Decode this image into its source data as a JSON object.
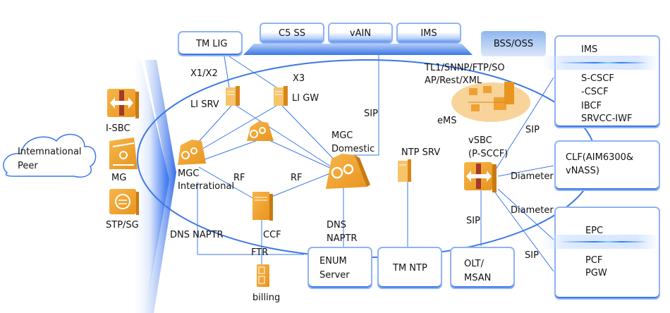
{
  "colors": {
    "line": "#3b78e7",
    "box_border": "#8fb3f5",
    "device_orange": "#f0a030",
    "device_dark": "#d9861c"
  },
  "top_tabs": [
    "C5 SS",
    "vAIN",
    "IMS"
  ],
  "boxes": {
    "tm_lig": "TM LIG",
    "bss_oss": "BSS/OSS",
    "ims_group": {
      "title": "IMS",
      "items": [
        "S-CSCF",
        "-CSCF",
        "IBCF",
        "SRVCC-IWF"
      ]
    },
    "clf": [
      "CLF(AIM6300&",
      "vNASS)"
    ],
    "epc_group": {
      "title": "EPC",
      "items": [
        "PCF",
        "PGW"
      ]
    },
    "enum_server": [
      "ENUM",
      "Server"
    ],
    "tm_ntp": "TM NTP",
    "olt_msan": [
      "OLT/",
      "MSAN"
    ]
  },
  "cloud": [
    "Intemnational",
    "Peer"
  ],
  "devices": {
    "i_sbc": {
      "label": "I-SBC",
      "icon": "firewall-icon"
    },
    "mg": {
      "label": "MG",
      "icon": "media-gateway-icon"
    },
    "stp_sg": {
      "label": "STP/SG",
      "icon": "signaling-gateway-icon"
    },
    "li_srv": {
      "label": "LI SRV",
      "icon": "server-icon"
    },
    "li_gw": {
      "label": "LI GW",
      "icon": "server-icon"
    },
    "mgc_international": {
      "label": [
        "MGC",
        "Interrational"
      ],
      "icon": "gears-icon"
    },
    "mgc_center": {
      "icon": "gears-icon"
    },
    "mgc_domestic": {
      "label": [
        "MGC",
        "Domestic"
      ],
      "icon": "gears-icon"
    },
    "ccf": {
      "label": "CCF",
      "icon": "server-icon"
    },
    "billing": {
      "label": "billing",
      "icon": "billing-icon"
    },
    "ntp_srv": {
      "label": "NTP SRV",
      "icon": "server-icon"
    },
    "ems": {
      "label": "eMS",
      "icon": "network-computers-icon"
    },
    "vsbc": {
      "label": [
        "vSBC",
        "(P-SCCF)"
      ],
      "icon": "firewall-icon"
    }
  },
  "link_labels": {
    "x1x2": "X1/X2",
    "x3": "X3",
    "sip_top": "SIP",
    "mgmt": [
      "TL1/SNNP/FTP/SO",
      "AP/Rest/XML"
    ],
    "sip_ims": "SIP",
    "diameter_clf": "Diameter",
    "diameter_epc": "Diameter",
    "sip_epc": "SIP",
    "sip_olt": "SIP",
    "rf_left": "RF",
    "rf_right": "RF",
    "dns_naptr_left": "DNS NAPTR",
    "dns_naptr_mid": [
      "DNS",
      "NAPTR"
    ],
    "ftr": "FTR"
  }
}
